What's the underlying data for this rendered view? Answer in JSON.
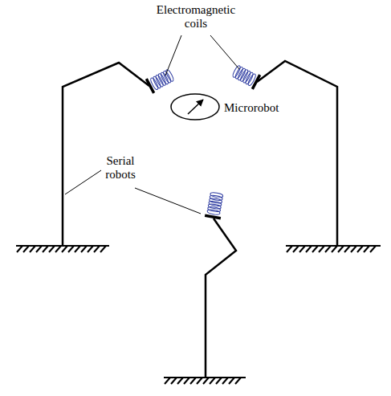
{
  "diagram": {
    "labels": [
      "Electromagnetic coils",
      "Microrobot",
      "Serial robots"
    ]
  }
}
